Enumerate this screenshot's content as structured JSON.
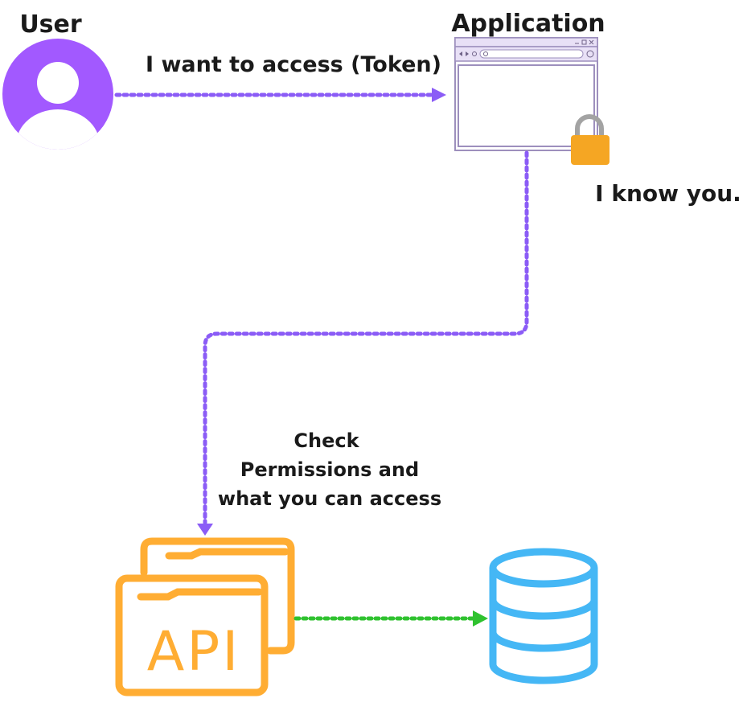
{
  "labels": {
    "user": "User",
    "application": "Application",
    "request": "I want to access (Token)",
    "known": "I know you.",
    "check_line1": "Check",
    "check_line2": "Permissions and",
    "check_line3": "what you can access",
    "api": "API"
  },
  "icons": {
    "user": "user-avatar-icon",
    "application": "browser-window-icon",
    "lock": "padlock-icon",
    "api": "api-folders-icon",
    "database": "database-icon"
  },
  "colors": {
    "purple": "#8b5cf6",
    "avatar": "#a259ff",
    "browser_outline": "#9d8fbd",
    "browser_fill": "#e8e0f6",
    "lock_body": "#f5a623",
    "lock_shackle": "#a3a3a3",
    "api_orange": "#ffad33",
    "database_blue": "#45b7f5",
    "green": "#2fc22f"
  }
}
